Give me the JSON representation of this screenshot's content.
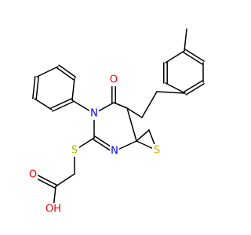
{
  "molecule": {
    "atoms": {
      "oxo_O": {
        "symbol": "O",
        "color": "#ff0000"
      },
      "ring_N3": {
        "symbol": "N",
        "color": "#0000ff"
      },
      "ring_N1": {
        "symbol": "N",
        "color": "#0000ff"
      },
      "thioether_S": {
        "symbol": "S",
        "color": "#b8b800"
      },
      "thiophene_S": {
        "symbol": "S",
        "color": "#b8b800"
      },
      "carbonyl_O": {
        "symbol": "O",
        "color": "#ff0000"
      },
      "hydroxyl_O": {
        "symbol": "OH",
        "color": "#ff0000"
      }
    }
  }
}
